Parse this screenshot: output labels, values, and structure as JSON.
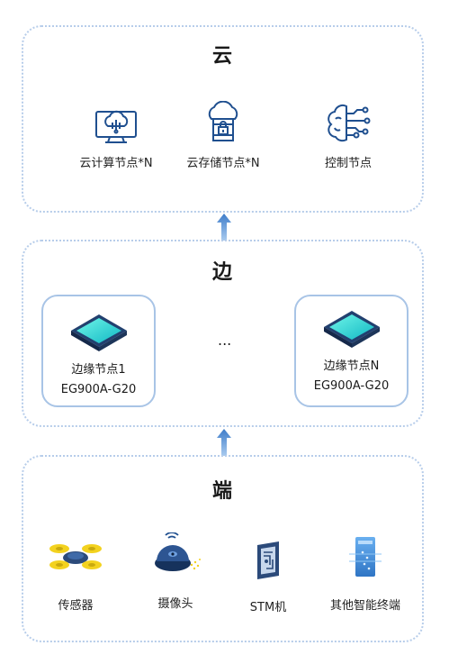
{
  "cloud": {
    "title": "云",
    "nodes": [
      {
        "label": "云计算节点*N",
        "icon": "cloud-computing-monitor-icon"
      },
      {
        "label": "云存储节点*N",
        "icon": "cloud-storage-lock-icon"
      },
      {
        "label": "控制节点",
        "icon": "cloud-circuit-control-icon"
      }
    ]
  },
  "edge": {
    "title": "边",
    "nodes": [
      {
        "name": "边缘节点1",
        "model": "EG900A-G20"
      },
      {
        "name": "边缘节点N",
        "model": "EG900A-G20"
      }
    ],
    "ellipsis": "..."
  },
  "end": {
    "title": "端",
    "devices": [
      {
        "label": "传感器",
        "icon": "drone-sensor-icon"
      },
      {
        "label": "摄像头",
        "icon": "camera-device-icon"
      },
      {
        "label": "STM机",
        "icon": "stm-chip-icon"
      },
      {
        "label": "其他智能终端",
        "icon": "smart-terminal-icon"
      }
    ]
  },
  "colors": {
    "panel_border": "#b7cdea",
    "icon_blue": "#1f4f8f",
    "arrow_blue": "#4a86cf",
    "chip_cyan": "#27d9d0",
    "drone_yellow": "#f3d21f"
  }
}
